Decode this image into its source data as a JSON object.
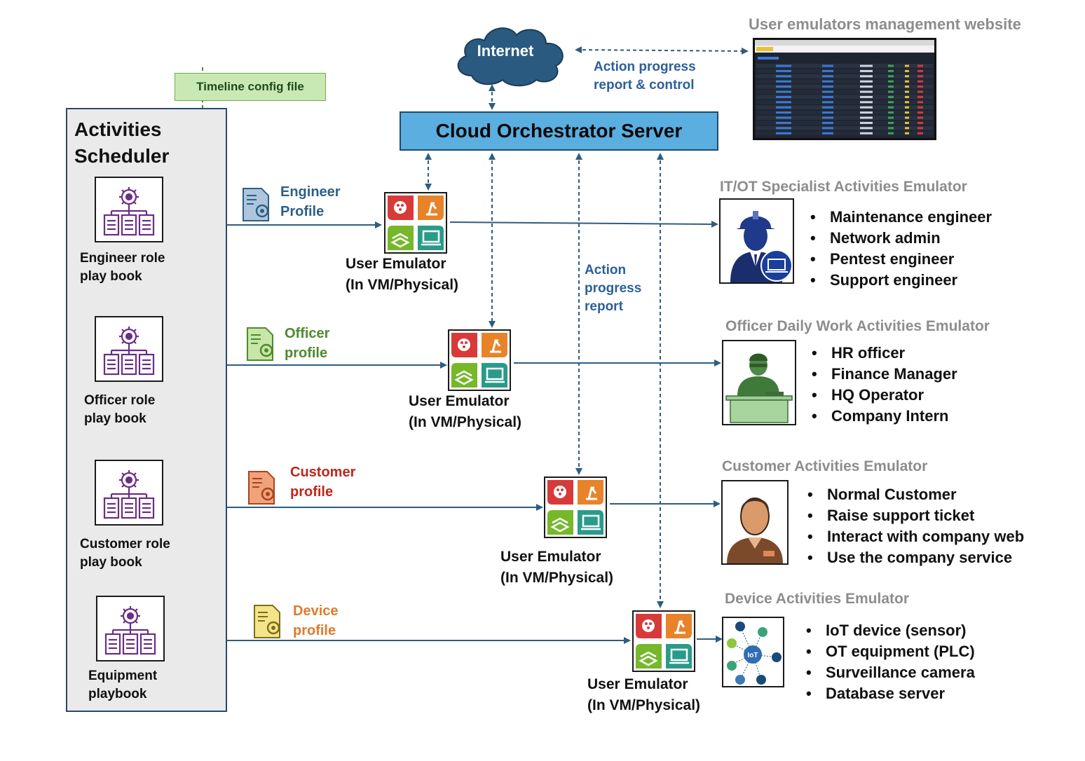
{
  "scheduler": {
    "title_line1": "Activities",
    "title_line2": "Scheduler",
    "timeline": "Timeline config file",
    "playbooks": [
      {
        "line1": "Engineer role",
        "line2": "play book"
      },
      {
        "line1": "Officer role",
        "line2": "play book"
      },
      {
        "line1": "Customer role",
        "line2": "play book"
      },
      {
        "line1": "Equipment",
        "line2": "playbook"
      }
    ]
  },
  "cloud": {
    "internet": "Internet",
    "orchestrator": "Cloud Orchestrator Server",
    "control_line1": "Action progress",
    "control_line2": "report & control",
    "report_line1": "Action",
    "report_line2": "progress",
    "report_line3": "report"
  },
  "management": {
    "title": "User emulators management website"
  },
  "profiles": [
    {
      "line1": "Engineer",
      "line2": "Profile",
      "color": "#2e5f86"
    },
    {
      "line1": "Officer",
      "line2": "profile",
      "color": "#4e8a2e"
    },
    {
      "line1": "Customer",
      "line2": "profile",
      "color": "#c0261b"
    },
    {
      "line1": "Device",
      "line2": "profile",
      "color": "#e07b2b"
    }
  ],
  "user_emulator": {
    "line1": "User Emulator",
    "line2": "(In VM/Physical)"
  },
  "emulators": [
    {
      "title": "IT/OT Specialist Activities Emulator",
      "items": [
        "Maintenance engineer",
        "Network admin",
        "Pentest engineer",
        "Support engineer"
      ]
    },
    {
      "title": "Officer Daily Work Activities Emulator",
      "items": [
        "HR officer",
        "Finance Manager",
        "HQ Operator",
        "Company Intern"
      ]
    },
    {
      "title": "Customer Activities Emulator",
      "items": [
        "Normal Customer",
        "Raise support ticket",
        "Interact with company web",
        "Use the company service"
      ]
    },
    {
      "title": "Device Activities Emulator",
      "items": [
        "IoT device (sensor)",
        "OT equipment (PLC)",
        "Surveillance camera",
        "Database server"
      ]
    }
  ],
  "iot_label": "IoT",
  "bullet": "•",
  "colors": {
    "arrow": "#2d5d80",
    "timeline_arrow": "#4e8a2e",
    "accent_blue": "#2c5f9a",
    "gray_title": "#8d8d8d"
  }
}
